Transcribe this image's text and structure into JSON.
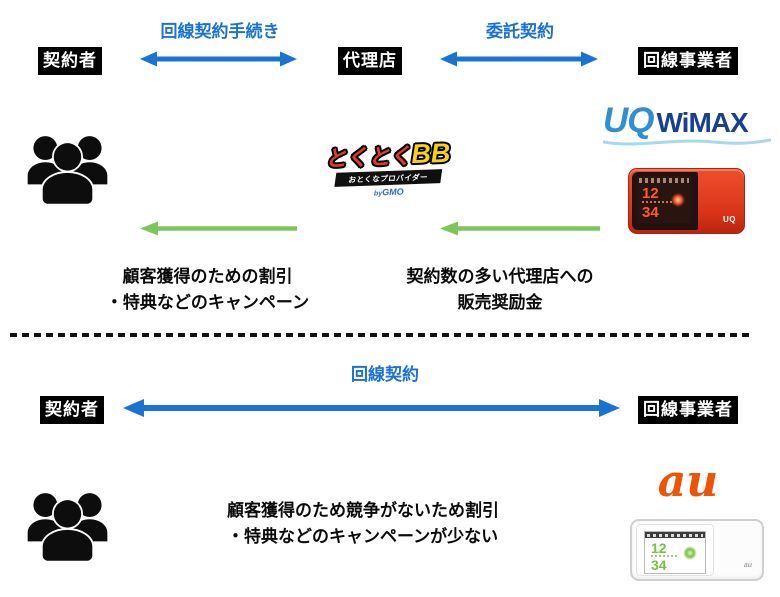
{
  "diagram": {
    "top": {
      "contractor_label": "契約者",
      "agency_label": "代理店",
      "carrier_label": "回線事業者",
      "arrow_left_label": "回線契約手続き",
      "arrow_right_label": "委託契約",
      "caption_left": {
        "line1": "顧客獲得のための割引",
        "line2": "・特典などのキャンペーン"
      },
      "caption_right": {
        "line1": "契約数の多い代理店への",
        "line2": "販売奨励金"
      }
    },
    "bottom": {
      "contractor_label": "契約者",
      "carrier_label": "回線事業者",
      "arrow_label": "回線契約",
      "caption": {
        "line1": "顧客獲得のため競争がないため割引",
        "line2": "・特典などのキャンペーンが少ない"
      }
    }
  },
  "logos": {
    "tokutoku": {
      "part_red": "とくとく",
      "part_yellow": "BB",
      "tagline": "おとくなプロバイダー",
      "by": "by",
      "brand": "GMO"
    },
    "uq_wimax": {
      "uq": "UQ",
      "wimax": "WiMAX"
    },
    "au": {
      "text": "au"
    }
  },
  "devices": {
    "uq": {
      "display_top": "12",
      "display_bottom": "34",
      "brand_label": "UQ"
    },
    "au": {
      "display_top": "12",
      "display_bottom": "34",
      "brand_label": "au"
    }
  },
  "colors": {
    "arrow_blue": "#1a73d0",
    "arrow_green": "#7ec55b",
    "actor_box_bg": "#000000",
    "tokutoku_red": "#e63a28",
    "tokutoku_yellow": "#f8d212",
    "uq_blue": "#2e8fd2",
    "wimax_navy": "#17418f",
    "uq_device_red": "#d93318",
    "au_orange": "#eb5505",
    "screen_num_orange": "#ff5a2d",
    "screen_num_green": "#76c043"
  }
}
